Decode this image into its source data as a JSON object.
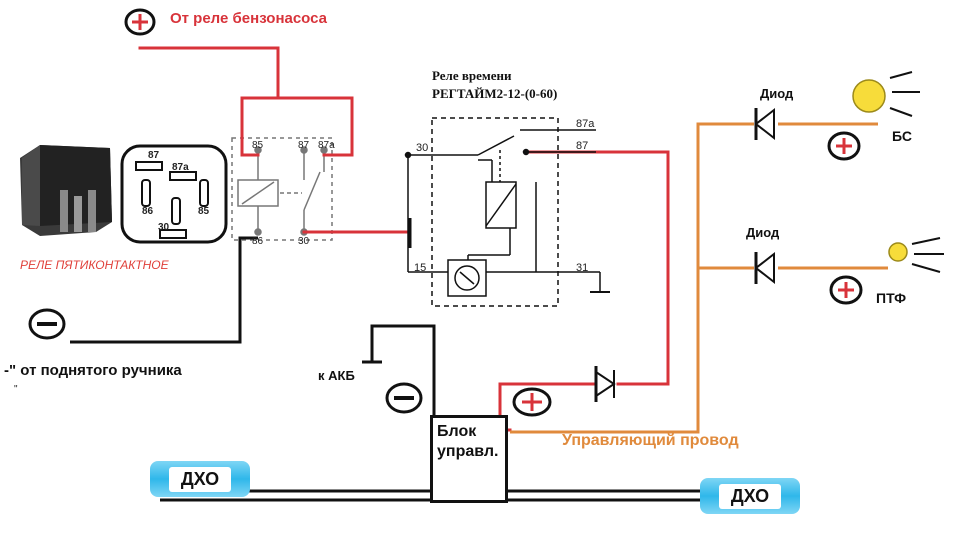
{
  "labels": {
    "fuel_pump_relay": "От реле бензонасоса",
    "time_relay_title": "Реле времени",
    "time_relay_model": "РЕГТАЙМ2-12-(0-60)",
    "diode_top": "Диод",
    "diode_bottom": "Диод",
    "bs": "БС",
    "ptf": "ПТФ",
    "five_pin_relay": "РЕЛЕ ПЯТИКОНТАКТНОЕ",
    "handbrake": "-\" от поднятого ручника",
    "handbrake_mark": "\"",
    "to_battery": "к АКБ",
    "control_block_line1": "Блок",
    "control_block_line2": "управл.",
    "control_wire": "Управляющий провод",
    "drl_left": "ДХО",
    "drl_right": "ДХО"
  },
  "relay_pins": {
    "p85": "85",
    "p87": "87",
    "p87a": "87a",
    "p86": "86",
    "p30": "30"
  },
  "relay_face": {
    "f87": "87",
    "f87a": "87a",
    "f86": "86",
    "f85": "85",
    "f30": "30"
  },
  "time_relay_pins": {
    "p30": "30",
    "p87a": "87a",
    "p87": "87",
    "p15": "15",
    "p31": "31"
  },
  "colors": {
    "positive_wire": "#d8333a",
    "negative_wire": "#111111",
    "control_wire": "#e08a3c",
    "drl_body": "#2fb7ea"
  }
}
